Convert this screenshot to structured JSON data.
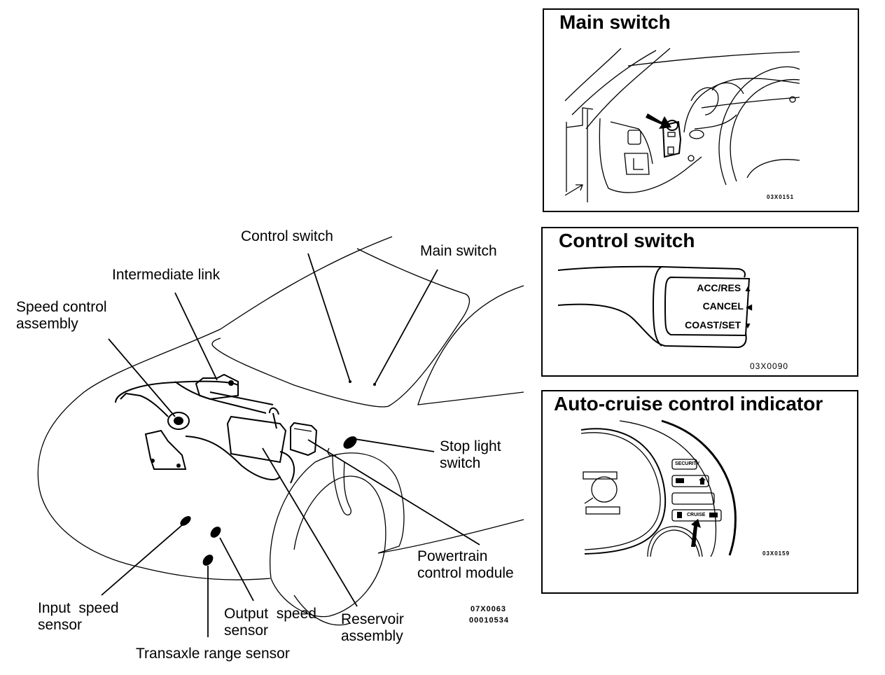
{
  "diagram": {
    "main_labels": {
      "control_switch": "Control switch",
      "main_switch": "Main switch",
      "intermediate_link": "Intermediate link",
      "speed_control_assembly": "Speed control\nassembly",
      "stop_light_switch": "Stop light\nswitch",
      "powertrain_control_module": "Powertrain\ncontrol module",
      "input_speed_sensor": "Input  speed\nsensor",
      "output_speed_sensor": "Output  speed\nsensor",
      "transaxle_range_sensor": "Transaxle range sensor",
      "reservoir_assembly": "Reservoir\nassembly"
    },
    "figure_codes": {
      "main": "07X0063",
      "doc": "00010534"
    }
  },
  "panels": {
    "main_switch": {
      "title": "Main  switch",
      "code": "03X0151"
    },
    "control_switch": {
      "title": "Control switch",
      "buttons": [
        {
          "label": "ACC/RES",
          "icon": "triangle-up-icon",
          "glyph": "▲"
        },
        {
          "label": "CANCEL",
          "icon": "triangle-left-icon",
          "glyph": "◀"
        },
        {
          "label": "COAST/SET",
          "icon": "triangle-down-icon",
          "glyph": "▼"
        }
      ],
      "code": "03X0090"
    },
    "indicator": {
      "title": "Auto-cruise control indicator",
      "indicators": {
        "security": "SECURITY",
        "cruise": "CRUISE"
      },
      "code": "03X0159"
    }
  }
}
